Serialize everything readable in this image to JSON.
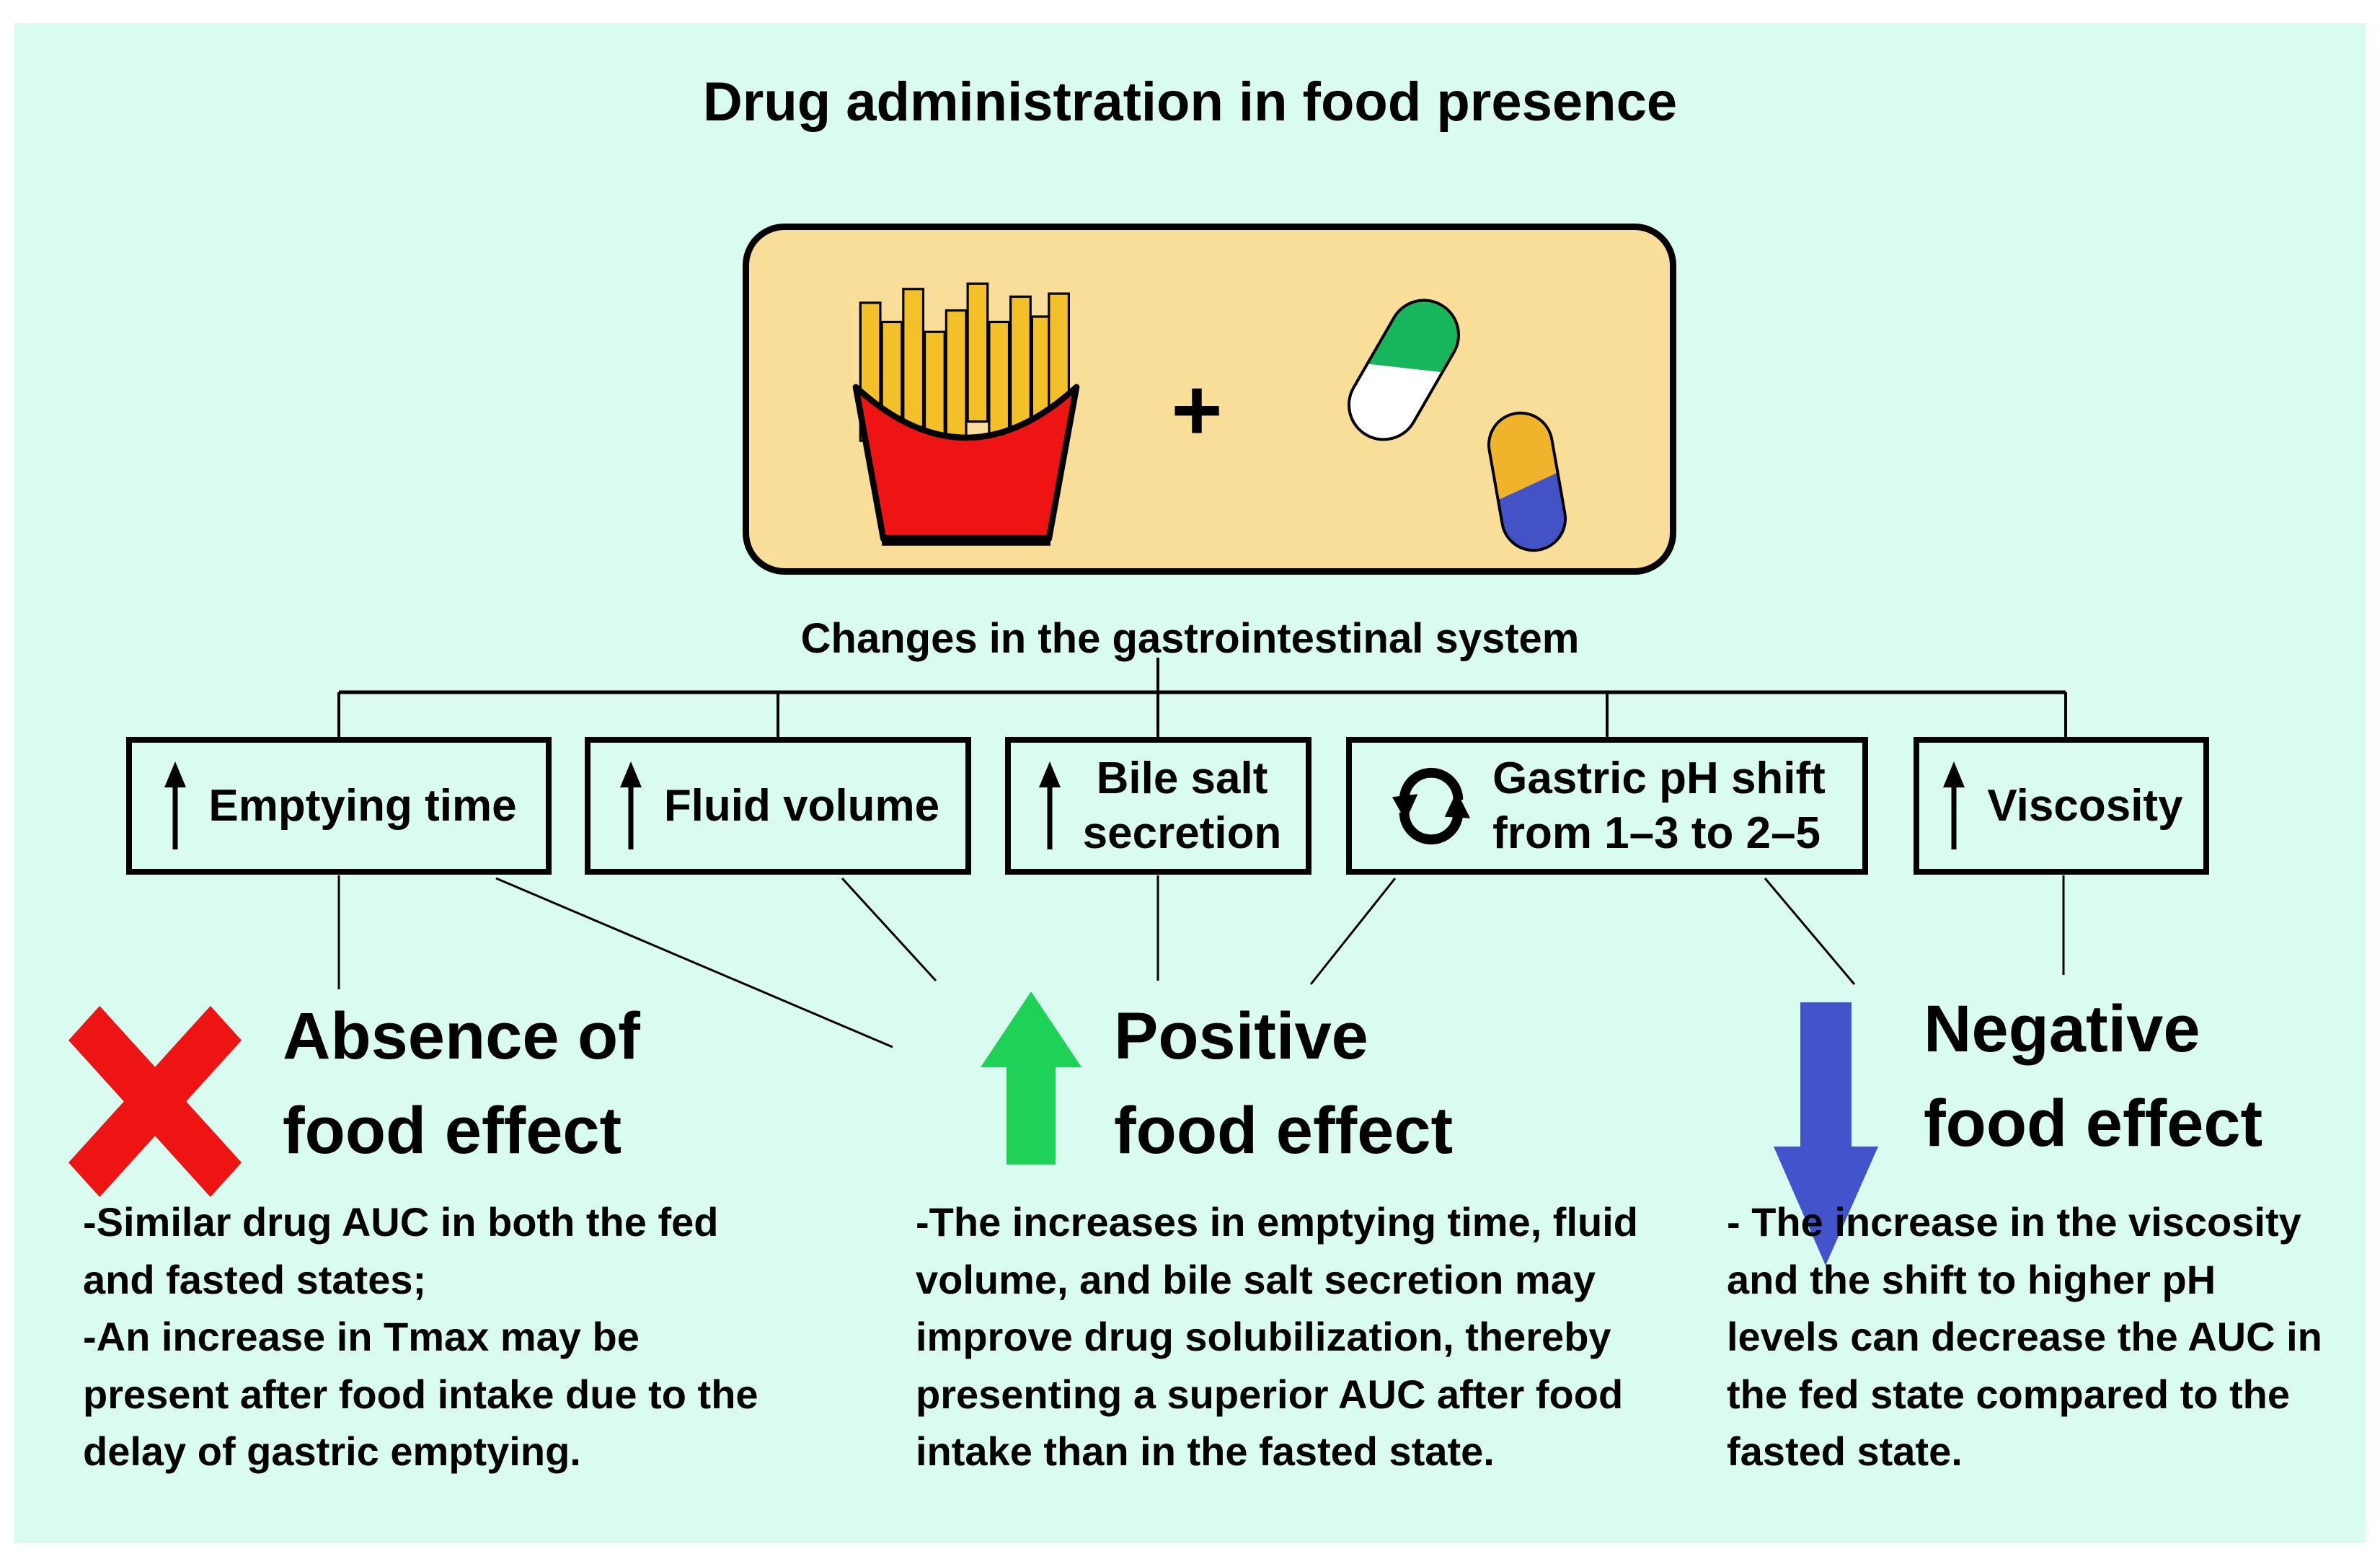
{
  "title": "Drug administration in food presence",
  "food_panel": {
    "icons": [
      "french-fries-icon",
      "capsule-green-white-icon",
      "capsule-yellow-blue-icon"
    ],
    "plus": "+"
  },
  "subtitle": "Changes in the gastrointestinal system",
  "gi_changes": [
    {
      "icon": "up-arrow-icon",
      "label": "Emptying time"
    },
    {
      "icon": "up-arrow-icon",
      "label": "Fluid volume"
    },
    {
      "icon": "up-arrow-icon",
      "label": "Bile salt\nsecretion"
    },
    {
      "icon": "cycle-arrows-icon",
      "label": "Gastric pH shift\nfrom 1–3 to 2–5"
    },
    {
      "icon": "up-arrow-icon",
      "label": "Viscosity"
    }
  ],
  "outcomes": {
    "absence": {
      "icon": "red-cross-icon",
      "heading": "Absence of\nfood effect",
      "body": "-Similar drug AUC in both the fed\nand fasted states;\n-An increase in Tmax may be\npresent after food intake due to the\ndelay of gastric emptying."
    },
    "positive": {
      "icon": "green-up-arrow-icon",
      "heading": "Positive\nfood effect",
      "body": "-The increases in emptying time, fluid\nvolume, and bile salt secretion may\nimprove drug solubilization, thereby\npresenting a superior AUC after food\nintake than in the fasted state."
    },
    "negative": {
      "icon": "blue-down-arrow-icon",
      "heading": "Negative\nfood effect",
      "body": "- The increase in the viscosity\nand the shift to higher pH\nlevels can decrease the AUC in\nthe fed state compared to the\nfasted state."
    }
  },
  "colors": {
    "background": "#dafbef",
    "panel_yellow": "#f8de99",
    "red": "#ee1414",
    "fries_yellow": "#f3c02a",
    "capsule_green": "#17b55c",
    "capsule_yellow": "#f0b42c",
    "capsule_blue": "#4352c5",
    "green_arrow": "#1fd257",
    "blue_arrow": "#4353cb",
    "line_black": "#000000"
  }
}
